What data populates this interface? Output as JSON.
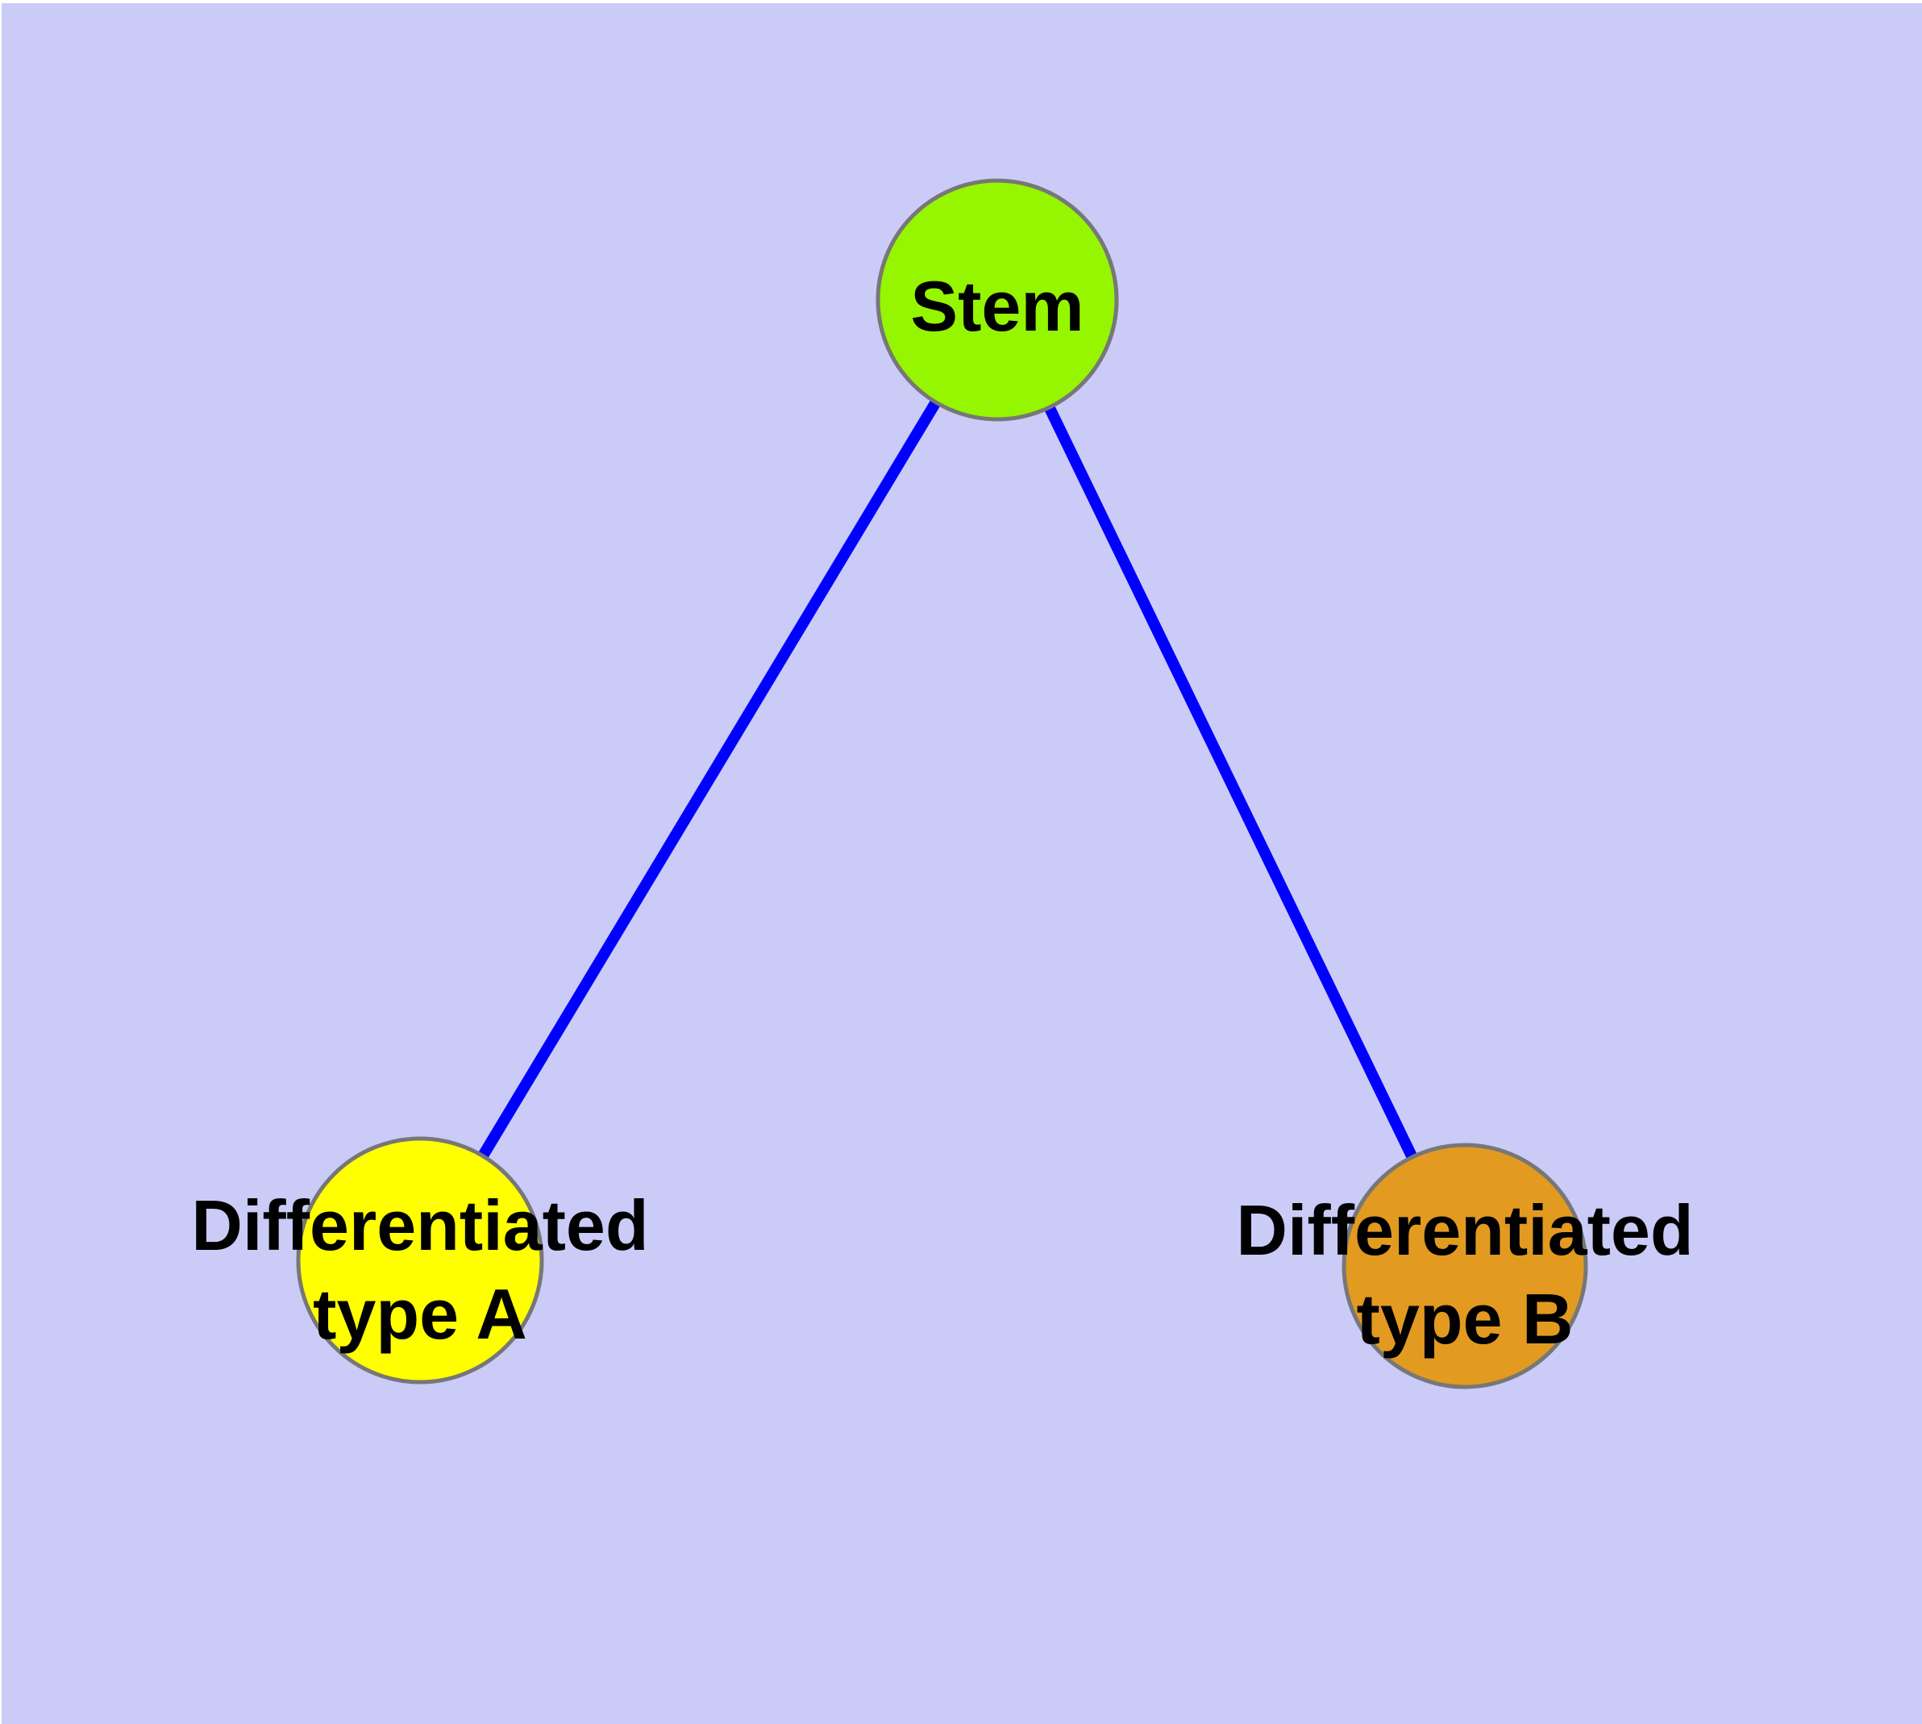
{
  "diagram": {
    "type": "graph",
    "graph": {
      "nodes": [
        {
          "id": "stem",
          "label": "Stem"
        },
        {
          "id": "type_a",
          "label": "Differentiated type A"
        },
        {
          "id": "type_b",
          "label": "Differentiated type B"
        }
      ],
      "edges": [
        {
          "from": "stem",
          "to": "type_a"
        },
        {
          "from": "stem",
          "to": "type_b"
        }
      ]
    }
  },
  "canvas": {
    "background": "#CBCBF8",
    "page_background": "#FFFFFF"
  },
  "edges": {
    "color": "#0000FF"
  },
  "nodes": {
    "stem": {
      "label": "Stem",
      "fill": "#96F500",
      "stroke": "#777777"
    },
    "type_a": {
      "label": "Differentiated type A",
      "label_line1": "Differentiated",
      "label_line2": "type A",
      "fill": "#FFFF00",
      "stroke": "#777777"
    },
    "type_b": {
      "label": "Differentiated type B",
      "label_line1": "Differentiated",
      "label_line2": "type B",
      "fill": "#E29A20",
      "stroke": "#777777"
    }
  },
  "text_color": "#000000"
}
